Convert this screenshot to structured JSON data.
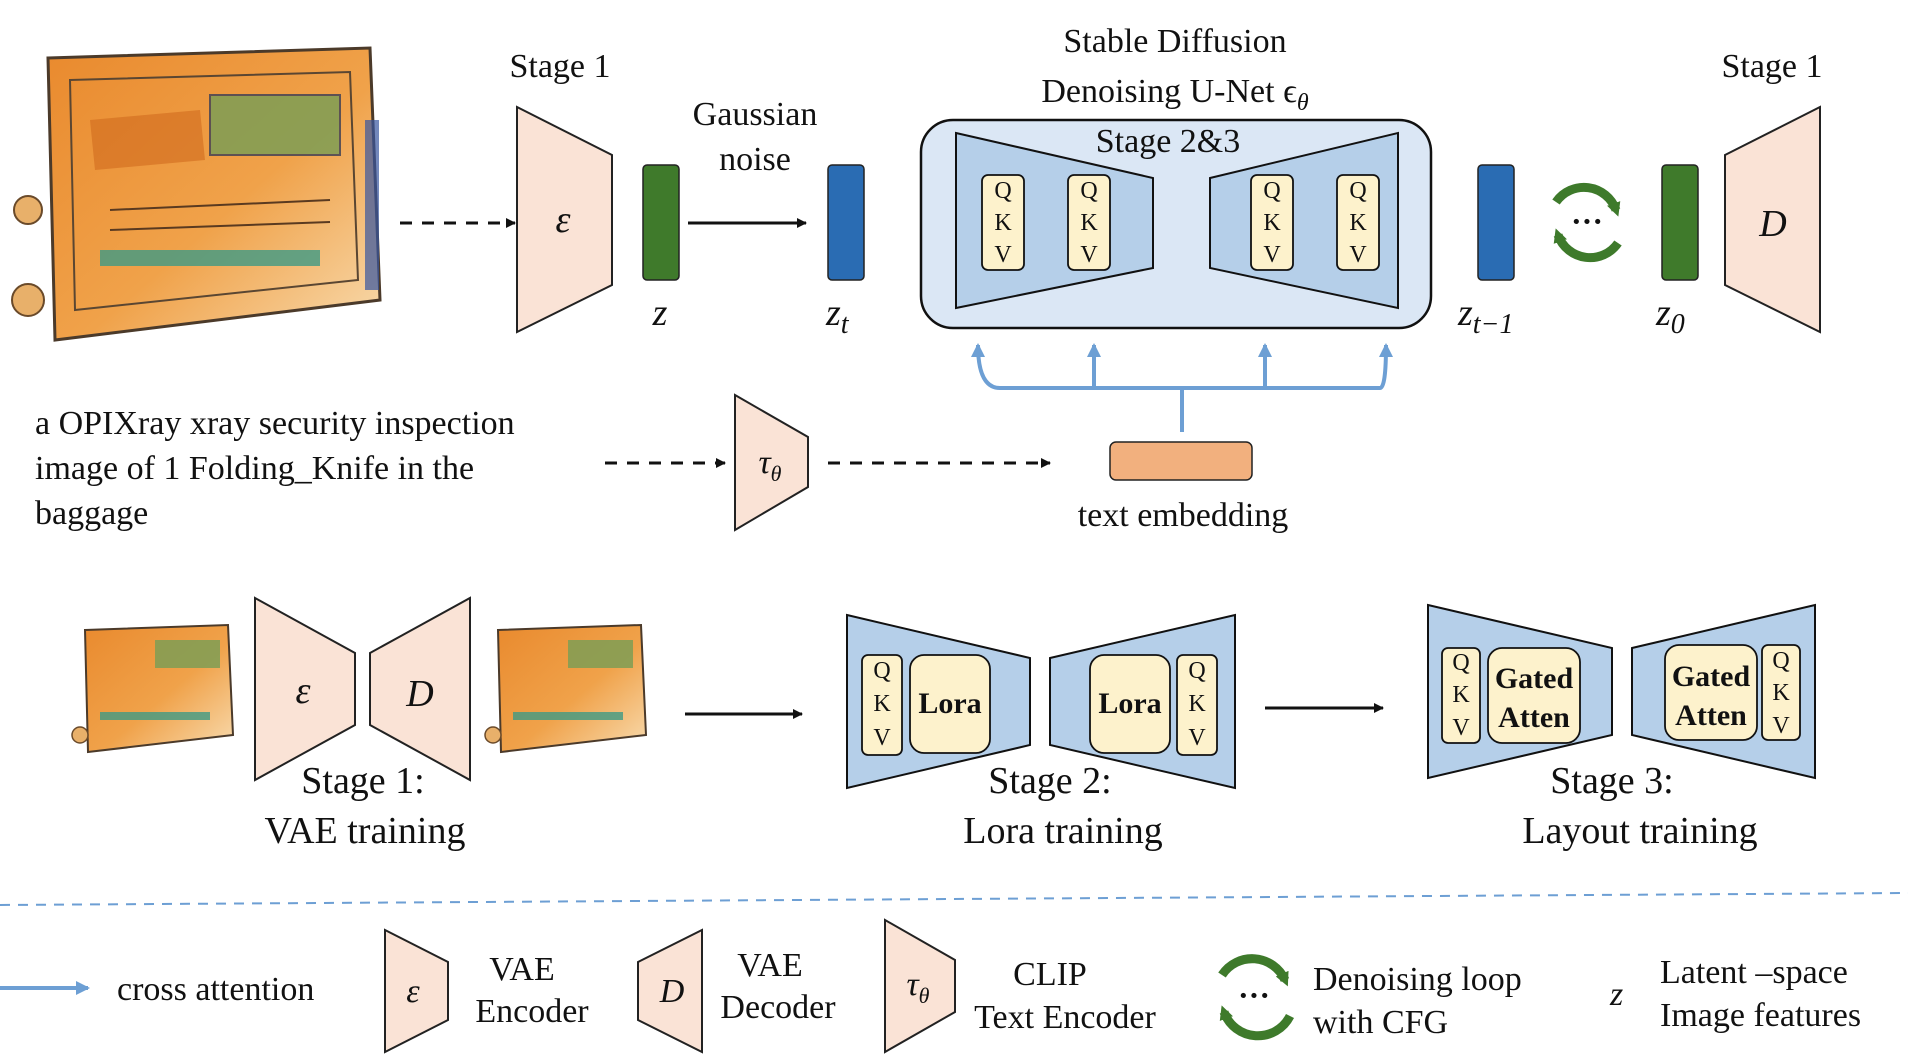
{
  "top": {
    "stage1_left": "Stage 1",
    "stage1_right": "Stage 1",
    "encoder_symbol": "ε",
    "decoder_symbol": "D",
    "z_label": "z",
    "zt_label": "z",
    "zt_sub": "t",
    "zt1_label": "z",
    "zt1_sub": "t−1",
    "z0_label": "z",
    "z0_sub": "0",
    "gaussian_line1": "Gaussian",
    "gaussian_line2": "noise",
    "sd_title_line1": "Stable Diffusion",
    "sd_title_line2": "Denoising U-Net ϵ",
    "sd_title_sub": "θ",
    "unet_stage": "Stage 2&3",
    "loop_dots": "···"
  },
  "qkv": {
    "q": "Q",
    "k": "K",
    "v": "V"
  },
  "prompt": {
    "line1": "a OPIXray xray security inspection",
    "line2": "image of 1 Folding_Knife in the",
    "line3": "baggage"
  },
  "text_encoder": {
    "symbol": "τ",
    "sub": "θ"
  },
  "text_embedding_label": "text embedding",
  "stages": {
    "s1_line1": "Stage 1:",
    "s1_line2": "VAE training",
    "s2_line1": "Stage 2:",
    "s2_line2": "Lora training",
    "s3_line1": "Stage 3:",
    "s3_line2": "Layout training",
    "lora": "Lora",
    "gated_line1": "Gated",
    "gated_line2": "Atten"
  },
  "legend": {
    "cross_attention": "cross attention",
    "vae_enc_line1": "VAE",
    "vae_enc_line2": "Encoder",
    "vae_dec_line1": "VAE",
    "vae_dec_line2": "Decoder",
    "clip_line1": "CLIP",
    "clip_line2": "Text Encoder",
    "loop_line1": "Denoising loop",
    "loop_line2": "with CFG",
    "latent_symbol": "z",
    "latent_line1": "Latent –space",
    "latent_line2": "Image features"
  },
  "colors": {
    "trap_fill": "#fae3d6",
    "unet_bg": "#dbe7f5",
    "unet_trap": "#b5cfe9",
    "qkv_fill": "#fdf2cc",
    "latent_green": "#3f7a2b",
    "latent_blue": "#2a6cb3",
    "embedding": "#f2b07e",
    "cross_attention_arrow": "#6d9fd4",
    "loop_green": "#3e7a2b"
  }
}
